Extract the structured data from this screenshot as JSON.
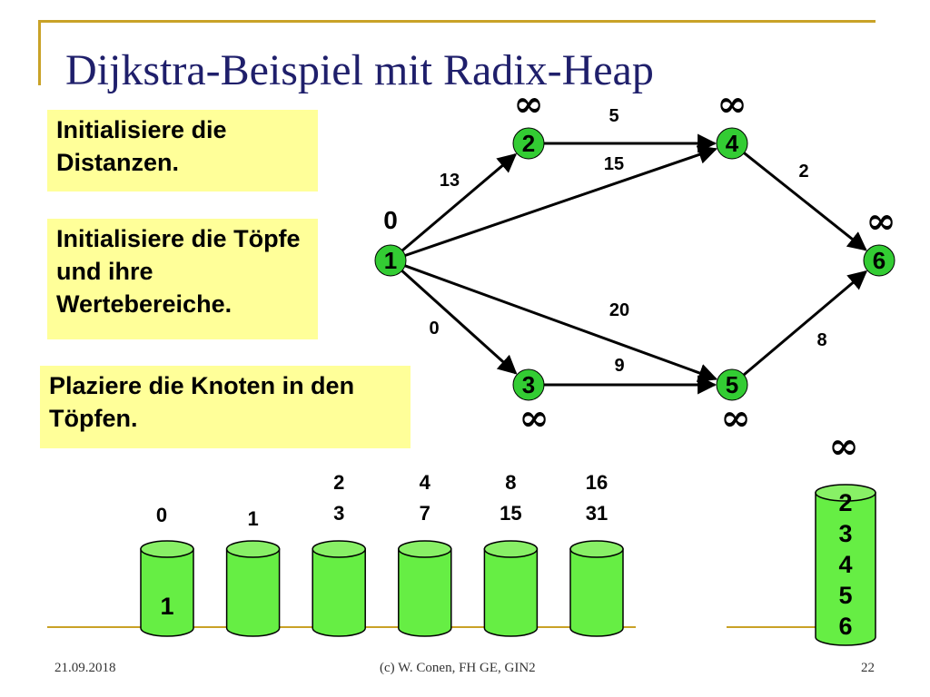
{
  "slide": {
    "title": "Dijkstra-Beispiel mit Radix-Heap",
    "notes": [
      "Initialisiere die Distanzen.",
      "Initialisiere die Töpfe und ihre Wertebereiche.",
      "Plaziere die Knoten in den Töpfen."
    ],
    "footer": {
      "date": "21.09.2018",
      "author": "(c) W. Conen, FH GE, GIN2",
      "page": "22"
    }
  },
  "graph": {
    "nodes": [
      {
        "id": "1",
        "label": "1",
        "dist": "0"
      },
      {
        "id": "2",
        "label": "2",
        "dist": "∞"
      },
      {
        "id": "3",
        "label": "3",
        "dist": "∞"
      },
      {
        "id": "4",
        "label": "4",
        "dist": "∞"
      },
      {
        "id": "5",
        "label": "5",
        "dist": "∞"
      },
      {
        "id": "6",
        "label": "6",
        "dist": "∞"
      }
    ],
    "edges": [
      {
        "from": "1",
        "to": "2",
        "weight": "13"
      },
      {
        "from": "1",
        "to": "4",
        "weight": "15"
      },
      {
        "from": "1",
        "to": "5",
        "weight": "20"
      },
      {
        "from": "1",
        "to": "3",
        "weight": "0"
      },
      {
        "from": "2",
        "to": "4",
        "weight": "5"
      },
      {
        "from": "3",
        "to": "5",
        "weight": "9"
      },
      {
        "from": "4",
        "to": "6",
        "weight": "2"
      },
      {
        "from": "5",
        "to": "6",
        "weight": "8"
      }
    ]
  },
  "buckets": [
    {
      "range": [
        "0"
      ],
      "contents": [
        "1"
      ]
    },
    {
      "range": [
        "1"
      ],
      "contents": []
    },
    {
      "range": [
        "2",
        "3"
      ],
      "contents": []
    },
    {
      "range": [
        "4",
        "7"
      ],
      "contents": []
    },
    {
      "range": [
        "8",
        "15"
      ],
      "contents": []
    },
    {
      "range": [
        "16",
        "31"
      ],
      "contents": []
    },
    {
      "range": [
        "∞"
      ],
      "contents": [
        "2",
        "3",
        "4",
        "5",
        "6"
      ]
    }
  ],
  "colors": {
    "node": "#33cc33",
    "bucket": "#66ee44",
    "note_bg": "#ffff99",
    "title": "#1f1f6b",
    "frame": "#c9a227"
  }
}
